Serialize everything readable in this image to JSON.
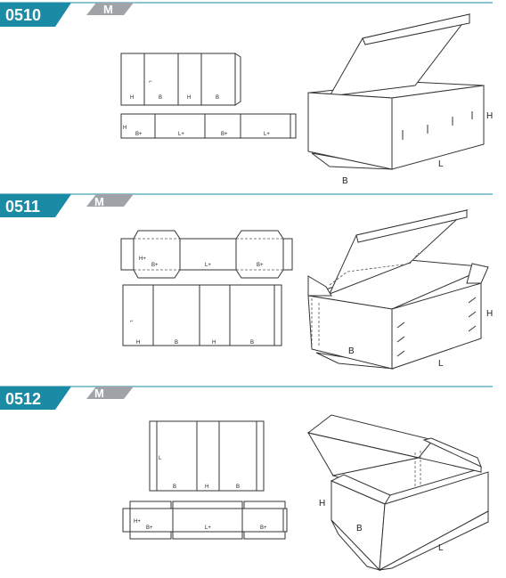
{
  "sections": [
    {
      "code": "0510",
      "size": "M",
      "flat_top": [
        "H",
        "B",
        "H",
        "B"
      ],
      "flat_bottom": [
        "B+",
        "L+",
        "B+",
        "L+"
      ],
      "flat_top_marks": [
        "⌐"
      ],
      "flat_bottom_marks": [
        "H"
      ],
      "box_labels": {
        "h": "H",
        "l": "L",
        "b": "B"
      }
    },
    {
      "code": "0511",
      "size": "M",
      "flat_top": [
        "B+",
        "L+",
        "B+"
      ],
      "flat_top_marks": [
        "H+"
      ],
      "flat_bottom": [
        "H",
        "B",
        "H",
        "B"
      ],
      "flat_bottom_marks": [
        "⌐"
      ],
      "box_labels": {
        "h": "H",
        "l": "L",
        "b": "B"
      }
    },
    {
      "code": "0512",
      "size": "M",
      "flat_top": [
        "B",
        "H",
        "B"
      ],
      "flat_top_marks": [
        "L"
      ],
      "flat_bottom": [
        "B+",
        "L+",
        "B+"
      ],
      "flat_bottom_marks": [
        "H+"
      ],
      "box_labels": {
        "h": "H",
        "l": "L",
        "b": "B"
      }
    }
  ],
  "colors": {
    "code_bg": "#1a8aa5",
    "size_bg": "#a0a4a8",
    "divider": "#1a8aa5"
  }
}
